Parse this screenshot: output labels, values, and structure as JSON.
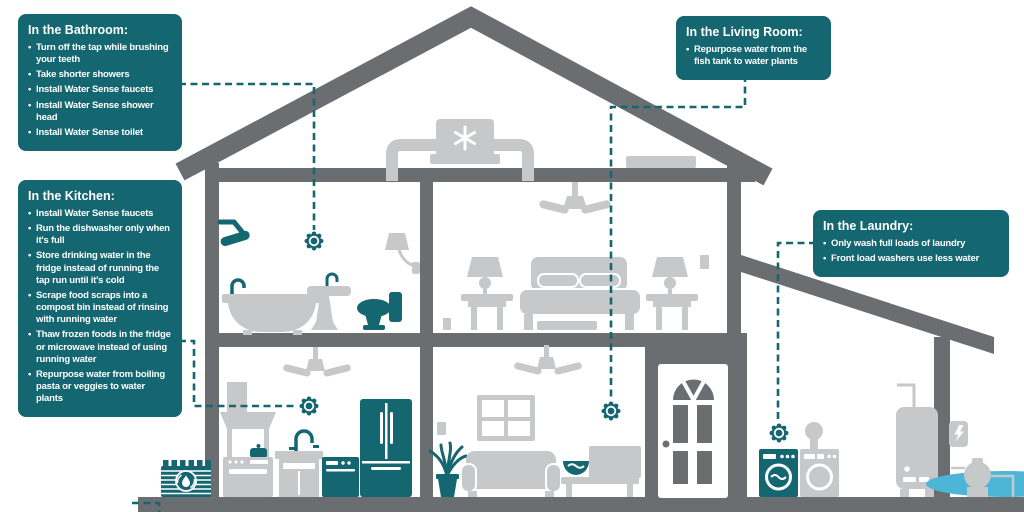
{
  "colors": {
    "teal": "#146671",
    "wall": "#6a6e70",
    "furniture": "#c6c8ca",
    "pond": "#4db5d6"
  },
  "callouts": {
    "bathroom": {
      "title": "In the Bathroom:",
      "items": [
        "Turn off the tap while brushing your teeth",
        "Take shorter showers",
        "Install Water Sense faucets",
        "Install Water Sense shower head",
        "Install Water Sense toilet"
      ]
    },
    "kitchen": {
      "title": "In the Kitchen:",
      "items": [
        "Install Water Sense faucets",
        "Run the dishwasher only when it's full",
        "Store drinking water in the fridge instead of running the tap run until it's cold",
        "Scrape food scraps into a compost bin instead of rinsing with running water",
        "Thaw frozen foods in the fridge or microwave instead of using running water",
        "Repurpose water from boiling pasta or veggies to water plants"
      ]
    },
    "living_room": {
      "title": "In the Living Room:",
      "items": [
        "Repurpose water from the fish tank to water plants"
      ]
    },
    "laundry": {
      "title": "In the Laundry:",
      "items": [
        "Only wash full loads of laundry",
        "Front load washers use less water"
      ]
    }
  }
}
